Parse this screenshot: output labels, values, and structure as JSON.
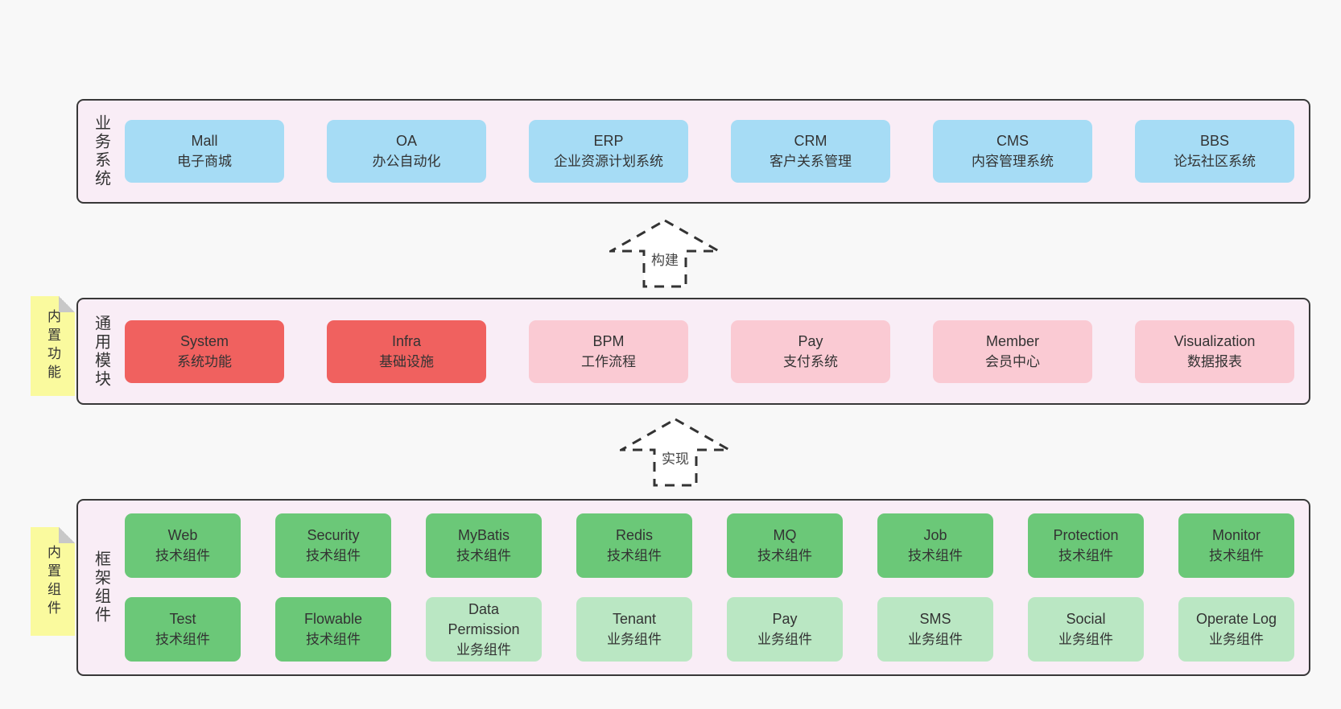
{
  "palette": {
    "page_bg": "#f8f8f8",
    "panel_bg": "#f9edf6",
    "panel_border": "#383838",
    "blue": "#a6dcf5",
    "red": "#f0615f",
    "pink": "#facad3",
    "green": "#6bc878",
    "green_light": "#bae7c3",
    "sticky_yellow": "#fafa9e",
    "fold_gray": "#c8c8c8",
    "text": "#333333"
  },
  "arrows": {
    "build_label": "构建",
    "implement_label": "实现"
  },
  "sections": {
    "business": {
      "label": "业务系统",
      "items": [
        {
          "name": "Mall",
          "desc": "电子商城",
          "variant": "blue"
        },
        {
          "name": "OA",
          "desc": "办公自动化",
          "variant": "blue"
        },
        {
          "name": "ERP",
          "desc": "企业资源计划系统",
          "variant": "blue"
        },
        {
          "name": "CRM",
          "desc": "客户关系管理",
          "variant": "blue"
        },
        {
          "name": "CMS",
          "desc": "内容管理系统",
          "variant": "blue"
        },
        {
          "name": "BBS",
          "desc": "论坛社区系统",
          "variant": "blue"
        }
      ]
    },
    "modules": {
      "label": "通用模块",
      "sticky": "内置功能",
      "items": [
        {
          "name": "System",
          "desc": "系统功能",
          "variant": "red"
        },
        {
          "name": "Infra",
          "desc": "基础设施",
          "variant": "red"
        },
        {
          "name": "BPM",
          "desc": "工作流程",
          "variant": "pink"
        },
        {
          "name": "Pay",
          "desc": "支付系统",
          "variant": "pink"
        },
        {
          "name": "Member",
          "desc": "会员中心",
          "variant": "pink"
        },
        {
          "name": "Visualization",
          "desc": "数据报表",
          "variant": "pink"
        }
      ]
    },
    "components": {
      "label": "框架组件",
      "sticky": "内置组件",
      "row1": [
        {
          "name": "Web",
          "desc": "技术组件",
          "variant": "green"
        },
        {
          "name": "Security",
          "desc": "技术组件",
          "variant": "green"
        },
        {
          "name": "MyBatis",
          "desc": "技术组件",
          "variant": "green"
        },
        {
          "name": "Redis",
          "desc": "技术组件",
          "variant": "green"
        },
        {
          "name": "MQ",
          "desc": "技术组件",
          "variant": "green"
        },
        {
          "name": "Job",
          "desc": "技术组件",
          "variant": "green"
        },
        {
          "name": "Protection",
          "desc": "技术组件",
          "variant": "green"
        },
        {
          "name": "Monitor",
          "desc": "技术组件",
          "variant": "green"
        }
      ],
      "row2": [
        {
          "name": "Test",
          "desc": "技术组件",
          "variant": "green"
        },
        {
          "name": "Flowable",
          "desc": "技术组件",
          "variant": "green"
        },
        {
          "name": "Data\nPermission",
          "desc": "业务组件",
          "variant": "green_light"
        },
        {
          "name": "Tenant",
          "desc": "业务组件",
          "variant": "green_light"
        },
        {
          "name": "Pay",
          "desc": "业务组件",
          "variant": "green_light"
        },
        {
          "name": "SMS",
          "desc": "业务组件",
          "variant": "green_light"
        },
        {
          "name": "Social",
          "desc": "业务组件",
          "variant": "green_light"
        },
        {
          "name": "Operate Log",
          "desc": "业务组件",
          "variant": "green_light"
        }
      ]
    }
  }
}
